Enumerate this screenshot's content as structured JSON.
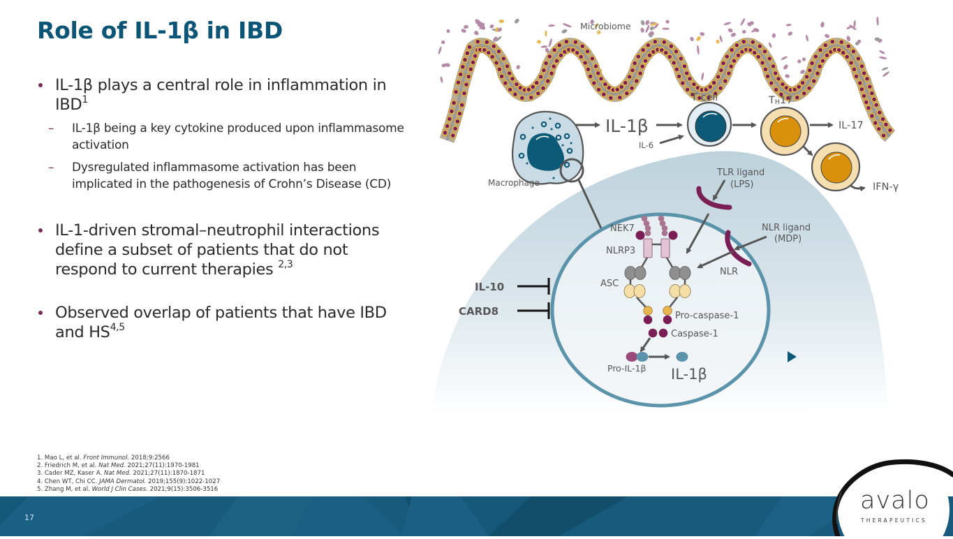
{
  "slide": {
    "title": "Role of IL-1β in IBD",
    "page_number": "17"
  },
  "bullets": [
    {
      "text": "IL-1β plays a central role in inflammation in IBD",
      "superscript": "1",
      "sub_bullets": [
        "IL-1β being a key cytokine produced upon inflammasome activation",
        "Dysregulated inflammasome activation has been implicated in the pathogenesis of Crohn’s Disease (CD)"
      ]
    },
    {
      "text": "IL-1-driven stromal–neutrophil interactions define a subset of patients that do not respond to current therapies ",
      "superscript": "2,3",
      "sub_bullets": []
    },
    {
      "text": "Observed overlap of patients that have IBD and HS",
      "superscript": "4,5",
      "sub_bullets": []
    }
  ],
  "references": [
    {
      "prefix": "1. Mao L, et al. ",
      "journal": "Front Immunol.",
      "suffix": " 2018;9:2566"
    },
    {
      "prefix": "2. Friedrich M, et al. ",
      "journal": "Nat Med.",
      "suffix": " 2021;27(11):1970-1981"
    },
    {
      "prefix": "3. Cader MZ, Kaser A. ",
      "journal": "Nat Med.",
      "suffix": " 2021;27(11):1870-1871"
    },
    {
      "prefix": "4. Chen WT, Chi CC. ",
      "journal": "JAMA Dermatol.",
      "suffix": " 2019;155(9):1022-1027"
    },
    {
      "prefix": "5. Zhang M, et al. ",
      "journal": "World J Clin Cases.",
      "suffix": " 2021;9(15):3506-3516"
    }
  ],
  "diagram": {
    "labels": {
      "microbiome": "Microbiome",
      "macrophage": "Macrophage",
      "il1b_top": "IL-1β",
      "il6": "IL-6",
      "t_cell": "T cell",
      "th17_main": "T",
      "th17_sub": "H",
      "th17_num": "17",
      "il17": "IL-17",
      "ifn_gamma": "IFN-γ",
      "tlr_ligand": "TLR ligand",
      "lps": "(LPS)",
      "nlr_ligand": "NLR ligand",
      "mdp": "(MDP)",
      "nlr": "NLR",
      "nek7": "NEK7",
      "nlrp3": "NLRP3",
      "asc": "ASC",
      "il10": "IL-10",
      "card8": "CARD8",
      "pro_caspase1": "Pro-caspase-1",
      "caspase1": "Caspase-1",
      "pro_il1b": "Pro-IL-1β",
      "il1b_bottom": "IL-1β"
    },
    "colors": {
      "teal_dark": "#0d5a78",
      "plum": "#7a1f55",
      "mauve": "#a8748f",
      "gold": "#d9900a",
      "cream": "#f5deb0",
      "circle_blue": "#5b93aa",
      "text_gray": "#555555"
    }
  },
  "logo": {
    "wordmark": "avalo",
    "tagline": "THERAPEUTICS"
  }
}
